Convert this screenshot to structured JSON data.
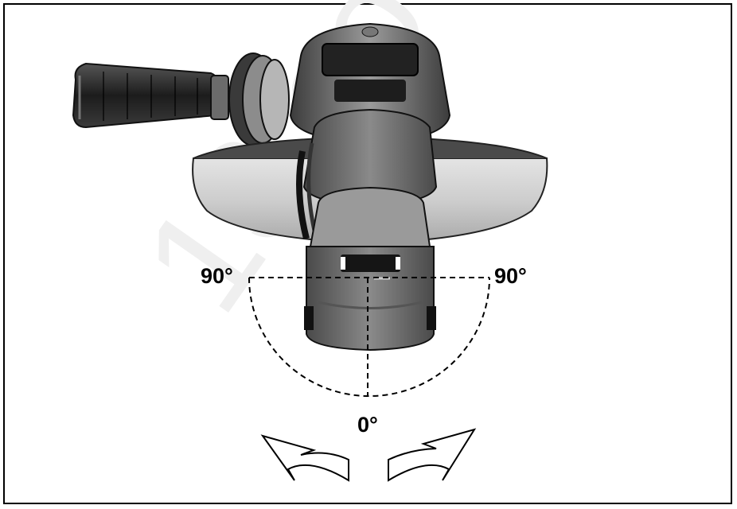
{
  "angle_labels": {
    "left": "90°",
    "right": "90°",
    "bottom": "0°"
  },
  "colors": {
    "line": "#000000",
    "guard": "#cfcfcf",
    "body": "#6e6e6e",
    "handle": "#2a2a2a",
    "watermark": "#ececec"
  },
  "watermark_text": "13 co"
}
